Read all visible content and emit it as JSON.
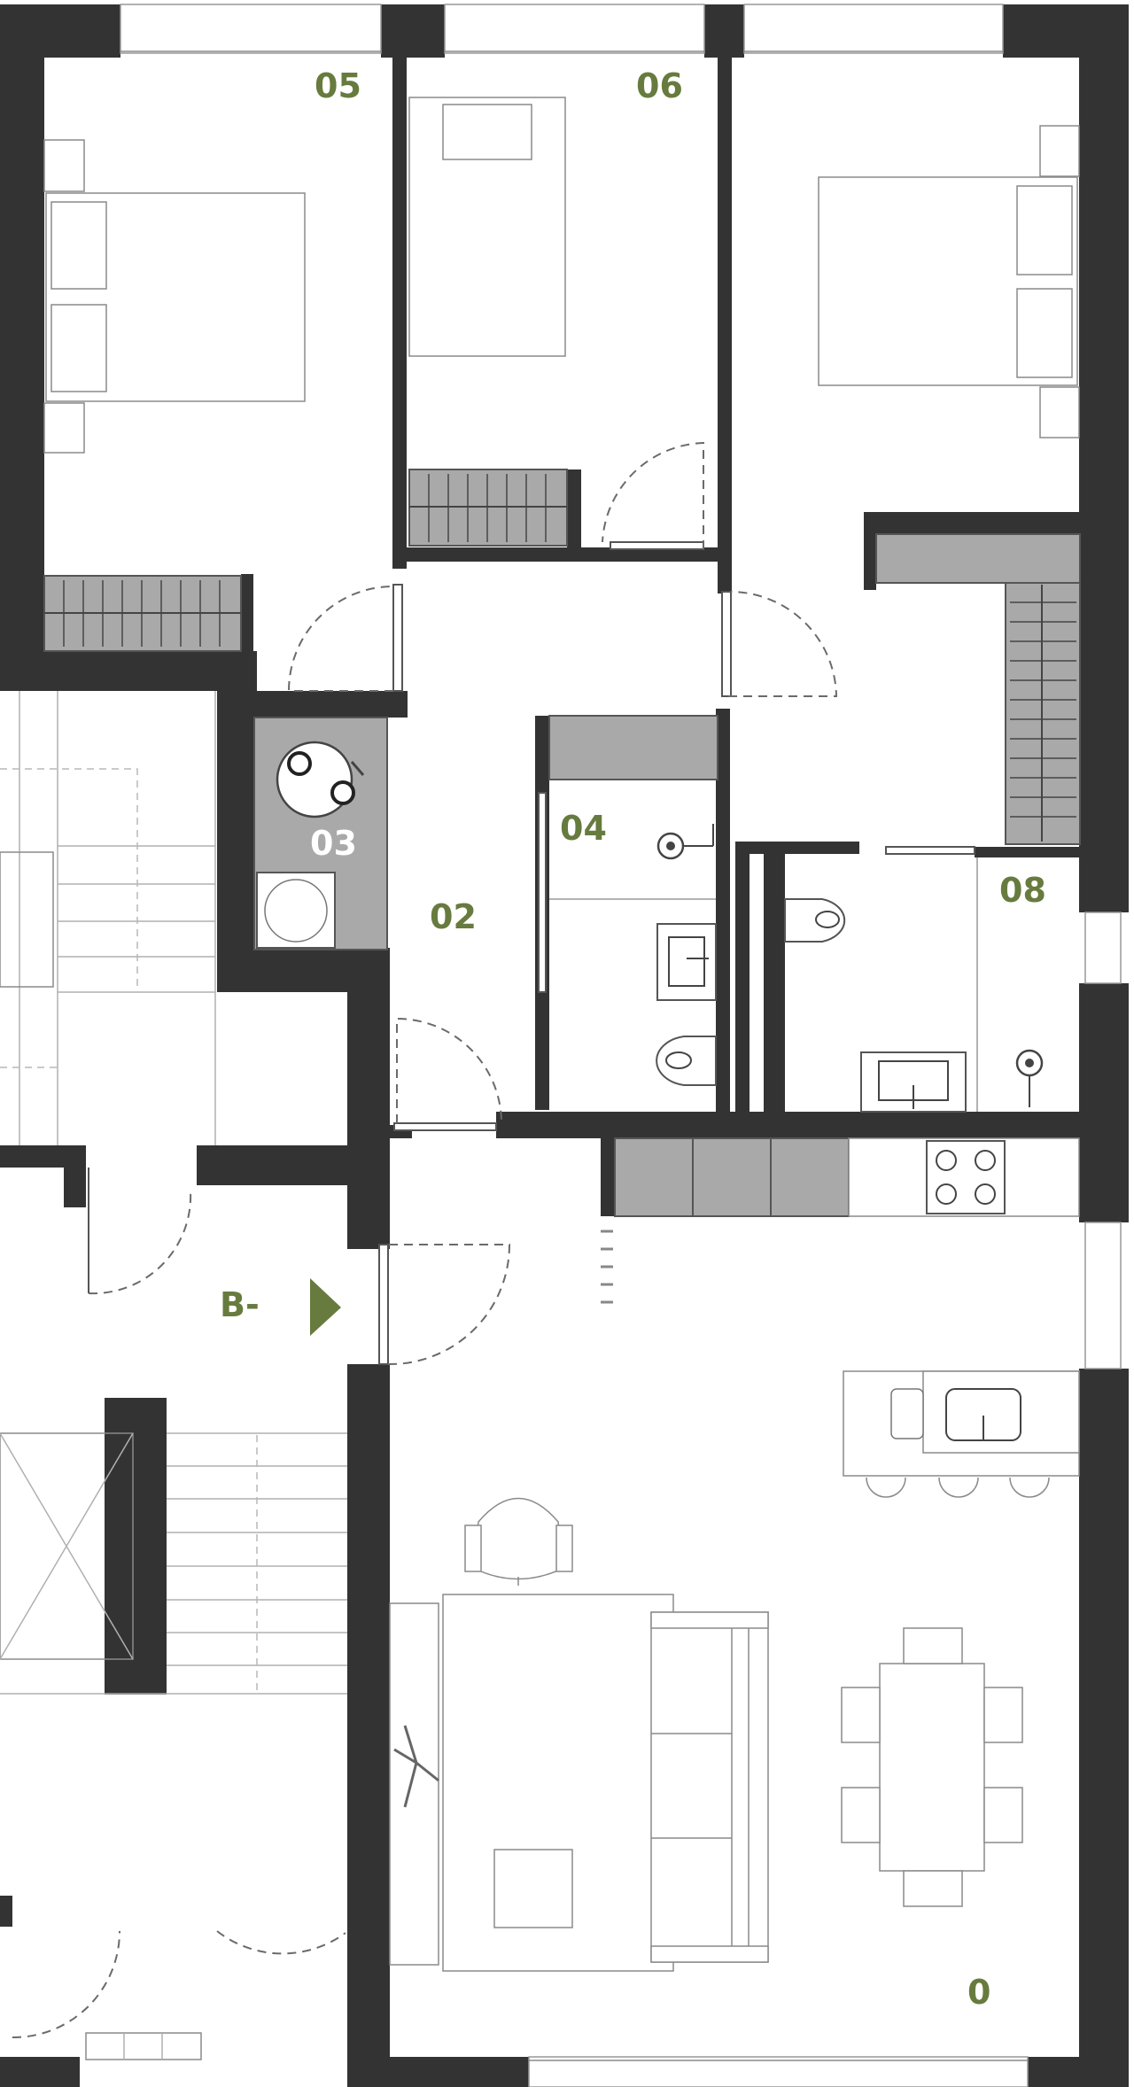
{
  "colors": {
    "wall": "#333333",
    "accent_green": "#677b3f",
    "fixed_furniture_grey": "#a9a9a9",
    "label_on_grey": "#ffffff"
  },
  "rooms": [
    {
      "id": "room-05",
      "label": "05"
    },
    {
      "id": "room-06",
      "label": "06"
    },
    {
      "id": "room-04",
      "label": "04"
    },
    {
      "id": "room-03",
      "label": "03"
    },
    {
      "id": "room-02",
      "label": "02"
    },
    {
      "id": "room-08",
      "label": "08"
    },
    {
      "id": "room-0",
      "label": "0"
    }
  ],
  "entrance": {
    "label": "B-",
    "icon": "entrance-arrow-icon"
  }
}
